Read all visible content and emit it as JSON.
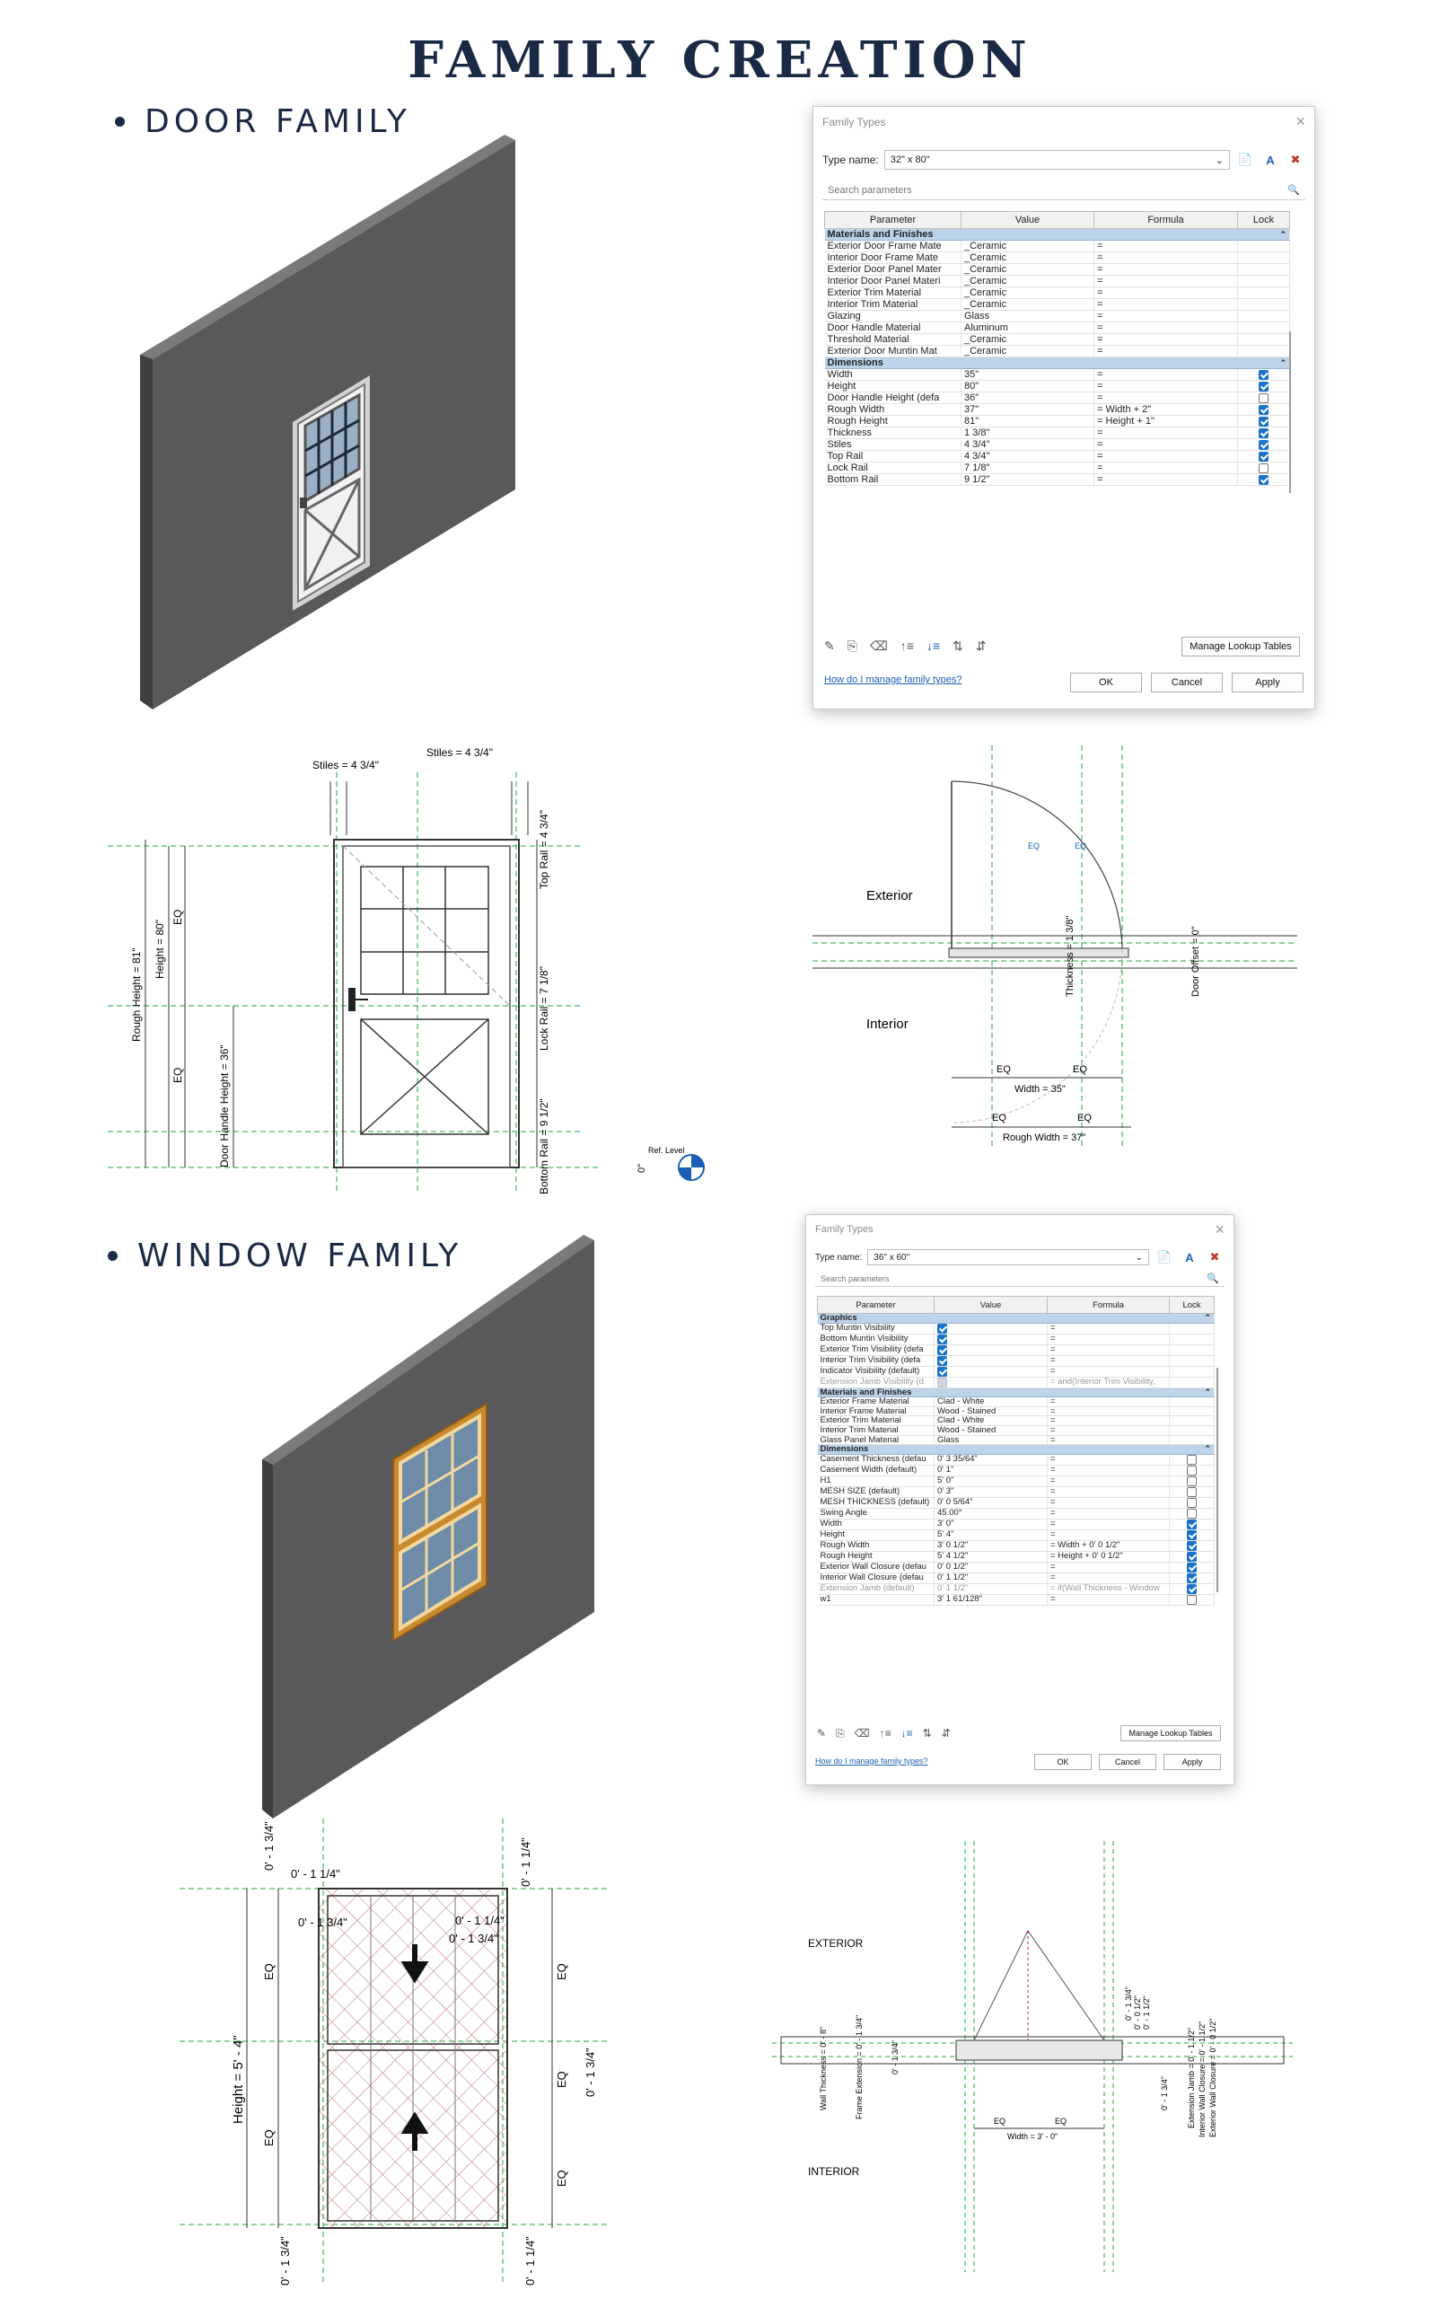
{
  "title": "FAMILY CREATION",
  "sections": {
    "door": "DOOR FAMILY",
    "window": "WINDOW FAMILY"
  },
  "colors": {
    "heading": "#1b2a44",
    "wall": "#59595b",
    "door_frame": "#8a8a8a",
    "window_frame": "#c98a2e",
    "group_row": "#bdd3ea",
    "checkbox": "#1a73c9",
    "ref_lines": "#1faa3a"
  },
  "door_dialog": {
    "title": "Family Types",
    "type_name_label": "Type name:",
    "type_name": "32\" x 80\"",
    "search_placeholder": "Search parameters",
    "headers": [
      "Parameter",
      "Value",
      "Formula",
      "Lock"
    ],
    "groups": [
      {
        "name": "Materials and Finishes",
        "rows": [
          {
            "p": "Exterior Door Frame Mate",
            "v": "_Ceramic",
            "f": "=",
            "lock": null
          },
          {
            "p": "Interior Door Frame Mate",
            "v": "_Ceramic",
            "f": "=",
            "lock": null
          },
          {
            "p": "Exterior Door Panel Mater",
            "v": "_Ceramic",
            "f": "=",
            "lock": null
          },
          {
            "p": "Interior Door Panel Materi",
            "v": "_Ceramic",
            "f": "=",
            "lock": null
          },
          {
            "p": "Exterior Trim Material",
            "v": "_Ceramic",
            "f": "=",
            "lock": null
          },
          {
            "p": "Interior Trim Material",
            "v": "_Ceramic",
            "f": "=",
            "lock": null
          },
          {
            "p": "Glazing",
            "v": "Glass",
            "f": "=",
            "lock": null
          },
          {
            "p": "Door Handle Material",
            "v": "Aluminum",
            "f": "=",
            "lock": null
          },
          {
            "p": "Threshold Material",
            "v": "_Ceramic",
            "f": "=",
            "lock": null
          },
          {
            "p": "Exterior Door Muntin Mat",
            "v": "_Ceramic",
            "f": "=",
            "lock": null
          }
        ]
      },
      {
        "name": "Dimensions",
        "rows": [
          {
            "p": "Width",
            "v": "35\"",
            "f": "=",
            "lock": true
          },
          {
            "p": "Height",
            "v": "80\"",
            "f": "=",
            "lock": true
          },
          {
            "p": "Door Handle Height (defa",
            "v": "36\"",
            "f": "=",
            "lock": false
          },
          {
            "p": "Rough Width",
            "v": "37\"",
            "f": "= Width + 2\"",
            "lock": true
          },
          {
            "p": "Rough Height",
            "v": "81\"",
            "f": "= Height + 1\"",
            "lock": true
          },
          {
            "p": "Thickness",
            "v": "1 3/8\"",
            "f": "=",
            "lock": true
          },
          {
            "p": "Stiles",
            "v": "4 3/4\"",
            "f": "=",
            "lock": true
          },
          {
            "p": "Top Rail",
            "v": "4 3/4\"",
            "f": "=",
            "lock": true
          },
          {
            "p": "Lock Rail",
            "v": "7 1/8\"",
            "f": "=",
            "lock": false
          },
          {
            "p": "Bottom Rail",
            "v": "9 1/2\"",
            "f": "=",
            "lock": true
          }
        ]
      }
    ],
    "manage_lookup": "Manage Lookup Tables",
    "help_link": "How do I manage family types?",
    "ok": "OK",
    "cancel": "Cancel",
    "apply": "Apply"
  },
  "window_dialog": {
    "title": "Family Types",
    "type_name_label": "Type name:",
    "type_name": "36\" x 60\"",
    "search_placeholder": "Search parameters",
    "headers": [
      "Parameter",
      "Value",
      "Formula",
      "Lock"
    ],
    "groups": [
      {
        "name": "Graphics",
        "rows": [
          {
            "p": "Top Muntin Visibility",
            "cbv": "on",
            "f": "=",
            "lock": null
          },
          {
            "p": "Bottom Muntin Visibility",
            "cbv": "on",
            "f": "=",
            "lock": null
          },
          {
            "p": "Exterior Trim Visibility (defa",
            "cbv": "on",
            "f": "=",
            "lock": null
          },
          {
            "p": "Interior Trim Visibility (defa",
            "cbv": "on",
            "f": "=",
            "lock": null
          },
          {
            "p": "Indicator Visibility (default)",
            "cbv": "on",
            "f": "=",
            "lock": null
          },
          {
            "p": "Extension Jamb Visibility (d",
            "cbv": "grey",
            "f": "= and(Interior Trim Visibility,",
            "lock": null,
            "dim": true
          }
        ]
      },
      {
        "name": "Materials and Finishes",
        "rows": [
          {
            "p": "Exterior Frame Material",
            "v": "Clad - White",
            "f": "=",
            "lock": null
          },
          {
            "p": "Interior Frame Material",
            "v": "Wood - Stained",
            "f": "=",
            "lock": null
          },
          {
            "p": "Exterior Trim Material",
            "v": "Clad - White",
            "f": "=",
            "lock": null
          },
          {
            "p": "Interior Trim Material",
            "v": "Wood - Stained",
            "f": "=",
            "lock": null
          },
          {
            "p": "Glass Panel Material",
            "v": "Glass",
            "f": "=",
            "lock": null
          }
        ]
      },
      {
        "name": "Dimensions",
        "rows": [
          {
            "p": "Casement Thickness (defau",
            "v": "0'  3 35/64\"",
            "f": "=",
            "lock": false
          },
          {
            "p": "Casement Width (default)",
            "v": "0'  1\"",
            "f": "=",
            "lock": false
          },
          {
            "p": "H1",
            "v": "5'  0\"",
            "f": "=",
            "lock": false
          },
          {
            "p": "MESH SIZE (default)",
            "v": "0'  3\"",
            "f": "=",
            "lock": false
          },
          {
            "p": "MESH THICKNESS (default)",
            "v": "0'  0 5/64\"",
            "f": "=",
            "lock": false
          },
          {
            "p": "Swing Angle",
            "v": "45.00°",
            "f": "=",
            "lock": false
          },
          {
            "p": "Width",
            "v": "3'  0\"",
            "f": "=",
            "lock": true
          },
          {
            "p": "Height",
            "v": "5'  4\"",
            "f": "=",
            "lock": true
          },
          {
            "p": "Rough Width",
            "v": "3'  0 1/2\"",
            "f": "= Width + 0'  0 1/2\"",
            "lock": true
          },
          {
            "p": "Rough Height",
            "v": "5'  4 1/2\"",
            "f": "= Height + 0'  0 1/2\"",
            "lock": true
          },
          {
            "p": "Exterior Wall Closure (defau",
            "v": "0'  0 1/2\"",
            "f": "=",
            "lock": true
          },
          {
            "p": "Interior Wall Closure (defau",
            "v": "0'  1 1/2\"",
            "f": "=",
            "lock": true
          },
          {
            "p": "Extension Jamb (default)",
            "v": "0'  1 1/2\"",
            "f": "= if(Wall Thickness - Window",
            "lock": true,
            "dim": true
          },
          {
            "p": "w1",
            "v": "3'  1 61/128\"",
            "f": "=",
            "lock": false
          }
        ]
      }
    ],
    "manage_lookup": "Manage Lookup Tables",
    "help_link": "How do I manage family types?",
    "ok": "OK",
    "cancel": "Cancel",
    "apply": "Apply"
  },
  "door_elevation": {
    "stiles_left": "Stiles = 4 3/4\"",
    "stiles_right": "Stiles = 4 3/4\"",
    "rough_height": "Rough Height = 81\"",
    "height": "Height = 80\"",
    "eq": "EQ",
    "handle_height": "Door Handle Height = 36\"",
    "top_rail": "Top Rail = 4 3/4\"",
    "lock_rail": "Lock Rail = 7 1/8\"",
    "bottom_rail": "Bottom Rail = 9 1/2\"",
    "level_value": "0\"",
    "ref_level": "Ref. Level"
  },
  "door_plan": {
    "exterior": "Exterior",
    "interior": "Interior",
    "eq": "EQ",
    "width": "Width = 35\"",
    "rough_width": "Rough Width = 37\"",
    "thickness": "Thickness = 1 3/8\"",
    "door_offset": "Door Offset = 0\"",
    "eqs": "EQ"
  },
  "window_elevation": {
    "height": "Height = 5' - 4\"",
    "eq": "EQ",
    "d1_1_4": "0' - 1 1/4\"",
    "d1_3_4": "0' - 1 3/4\""
  },
  "window_plan": {
    "exterior": "EXTERIOR",
    "interior": "INTERIOR",
    "eq": "EQ",
    "width": "Width = 3' - 0\"",
    "wall_thickness": "Wall Thickness = 0' - 8\"",
    "frame_extension": "Frame Extension = 0' - 1 3/4\"",
    "d1": "0' - 1 3/4\"",
    "d2": "0' - 0 1/2\"",
    "d3": "0' - 1 1/2\"",
    "ext_jamb": "Extension Jamb = 0' - 1 1/2\"",
    "int_closure": "Interior Wall Closure = 0' - 1 1/2\"",
    "ext_closure": "Exterior Wall Closure = 0' - 0 1/2\""
  }
}
